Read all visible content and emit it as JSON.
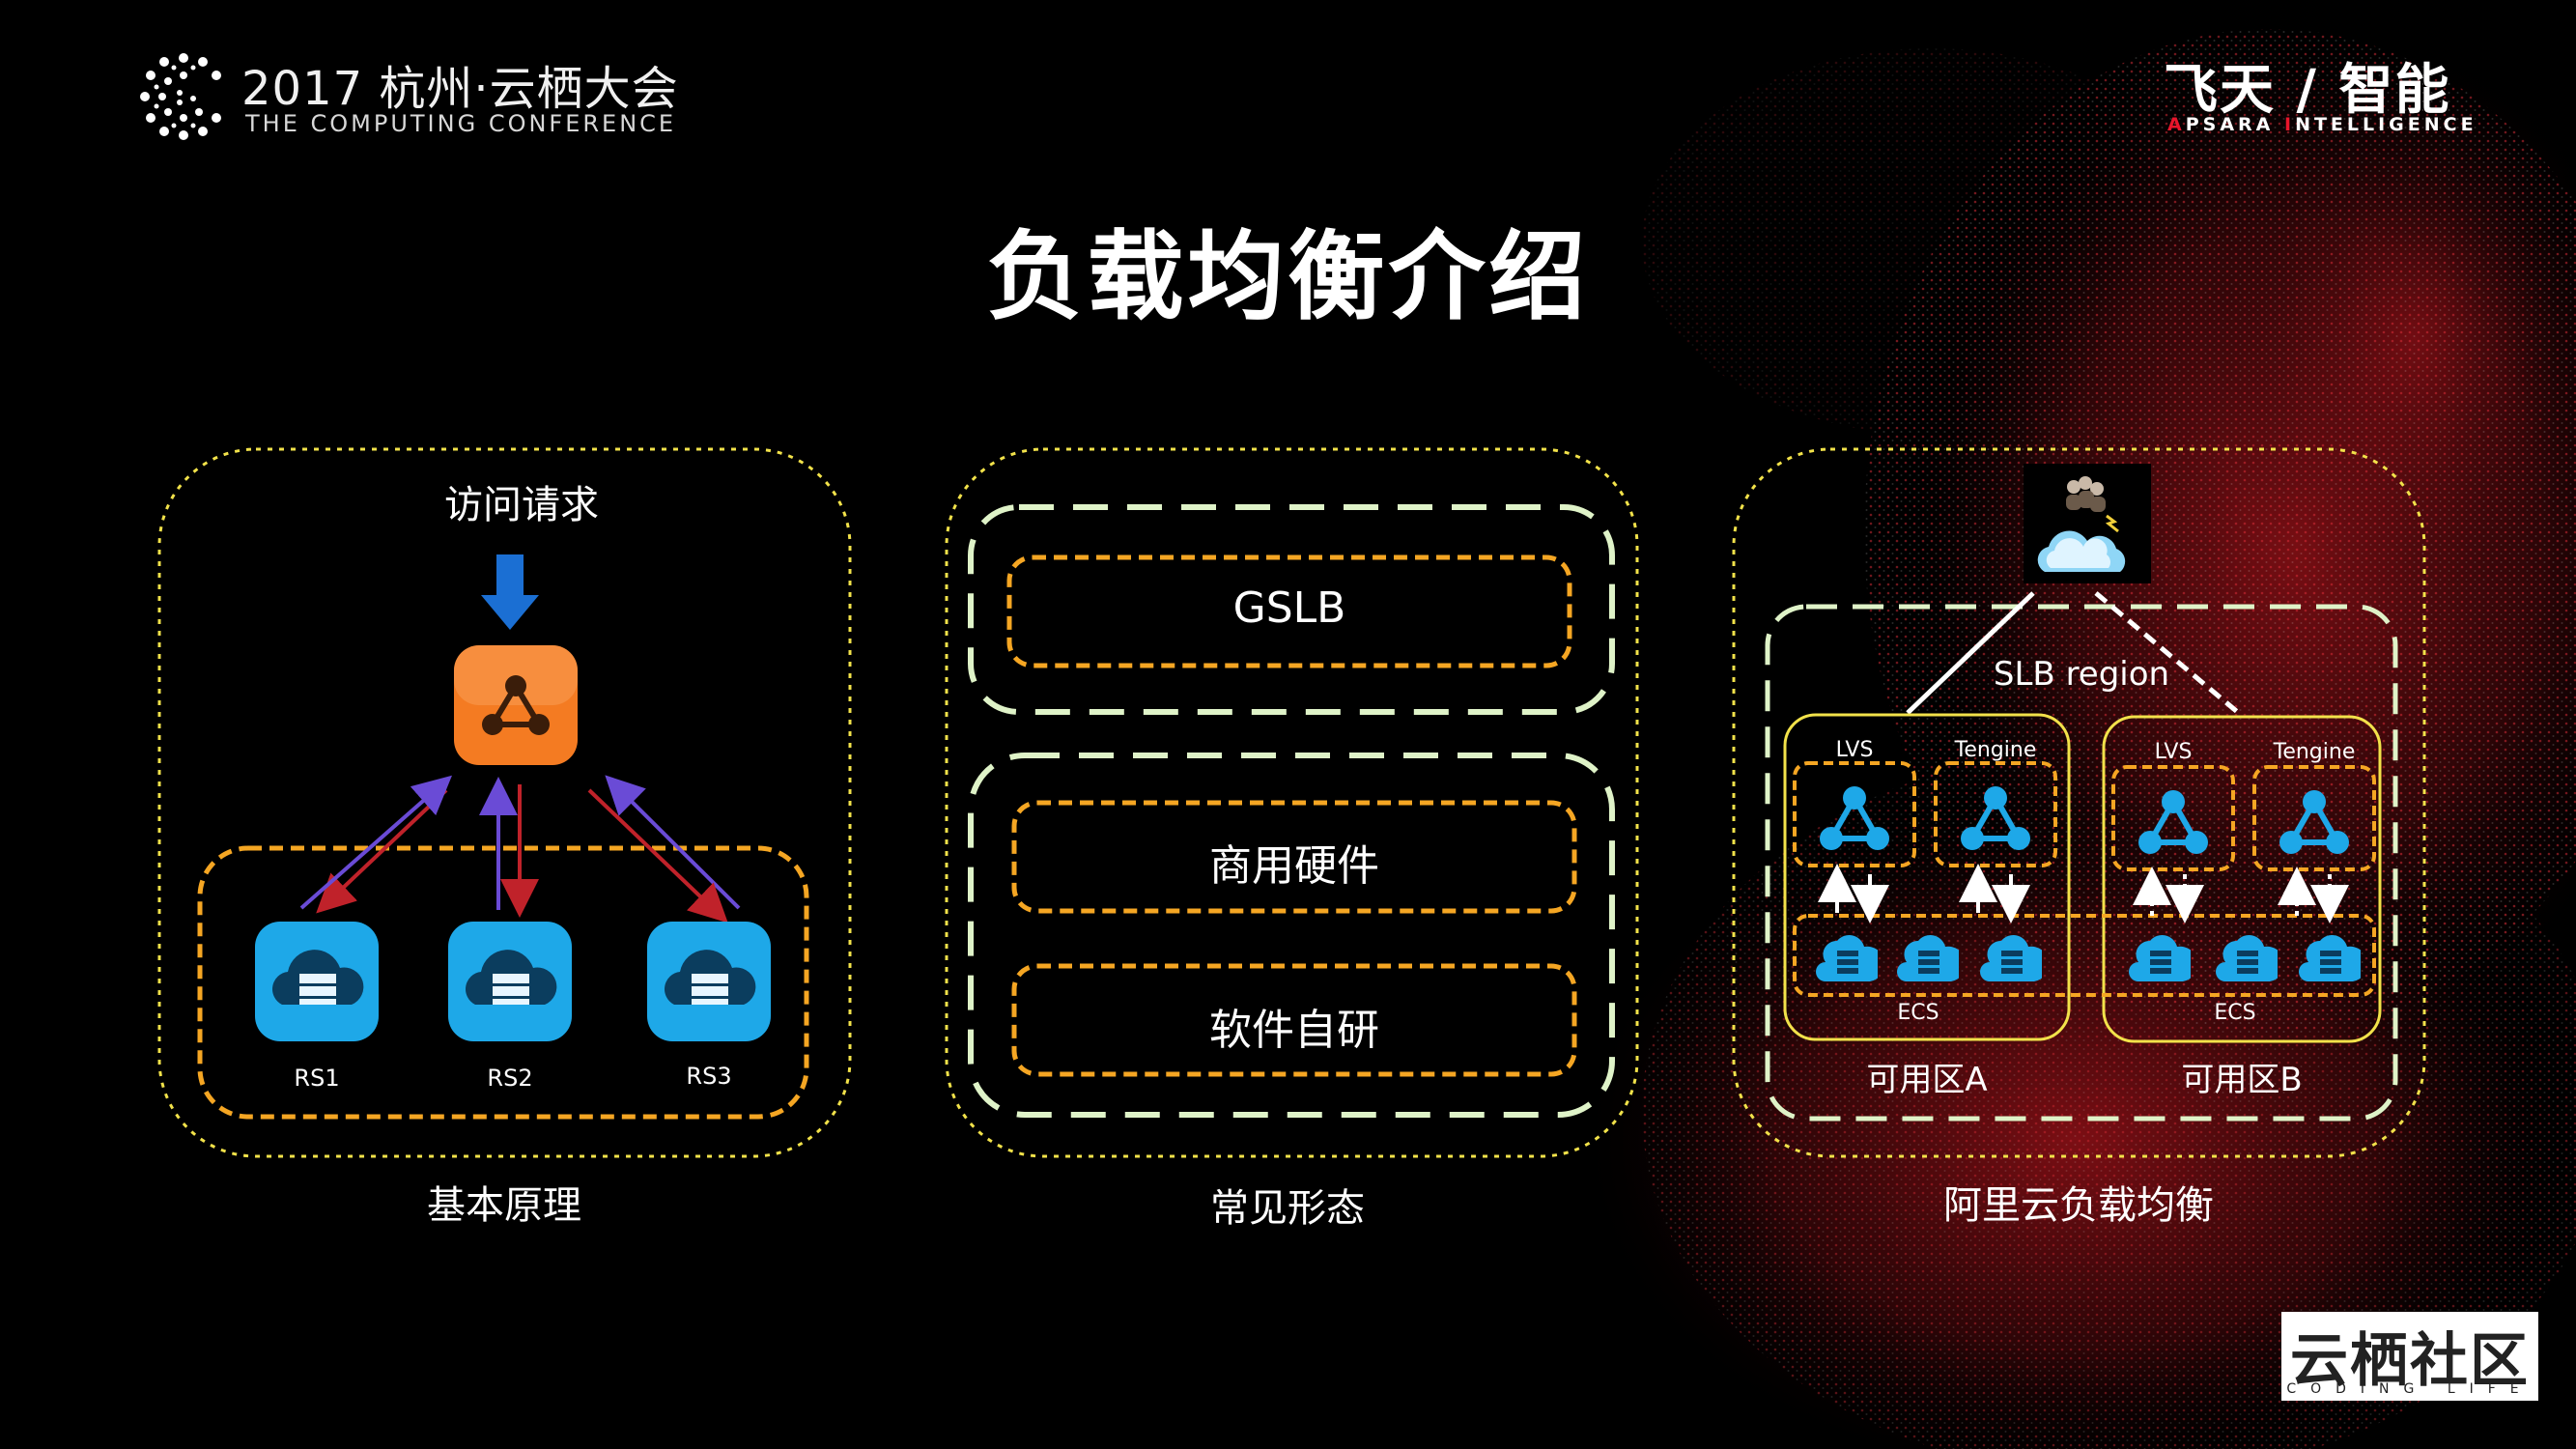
{
  "header": {
    "conference_title": "2017 杭州·云栖大会",
    "conference_subtitle": "THE COMPUTING CONFERENCE",
    "brand_cn": "飞天 / 智能",
    "brand_en_a": "A",
    "brand_en_b": "PSARA ",
    "brand_en_c": "I",
    "brand_en_d": "NTELLIGENCE"
  },
  "title": "负载均衡介绍",
  "panel_basic": {
    "request_label": "访问请求",
    "servers": [
      "RS1",
      "RS2",
      "RS3"
    ],
    "caption": "基本原理"
  },
  "panel_forms": {
    "boxes": [
      "GSLB",
      "商用硬件",
      "软件自研"
    ],
    "caption": "常见形态"
  },
  "panel_aliyun": {
    "region_label": "SLB region",
    "zones": [
      {
        "lvs": "LVS",
        "tengine": "Tengine",
        "ecs": "ECS",
        "label": "可用区A"
      },
      {
        "lvs": "LVS",
        "tengine": "Tengine",
        "ecs": "ECS",
        "label": "可用区B"
      }
    ],
    "caption": "阿里云负载均衡"
  },
  "footer_logo": {
    "cn": "云栖社区",
    "en": "CODING LIFE"
  },
  "colors": {
    "yellow_dotted": "#f2e24a",
    "orange_dashed": "#f5a623",
    "green_dashed": "#dff3c8",
    "blue_icon": "#1ea8e8",
    "orange_icon": "#f47b22",
    "arrow_red": "#c0222a",
    "arrow_purple": "#6a4bd6"
  }
}
